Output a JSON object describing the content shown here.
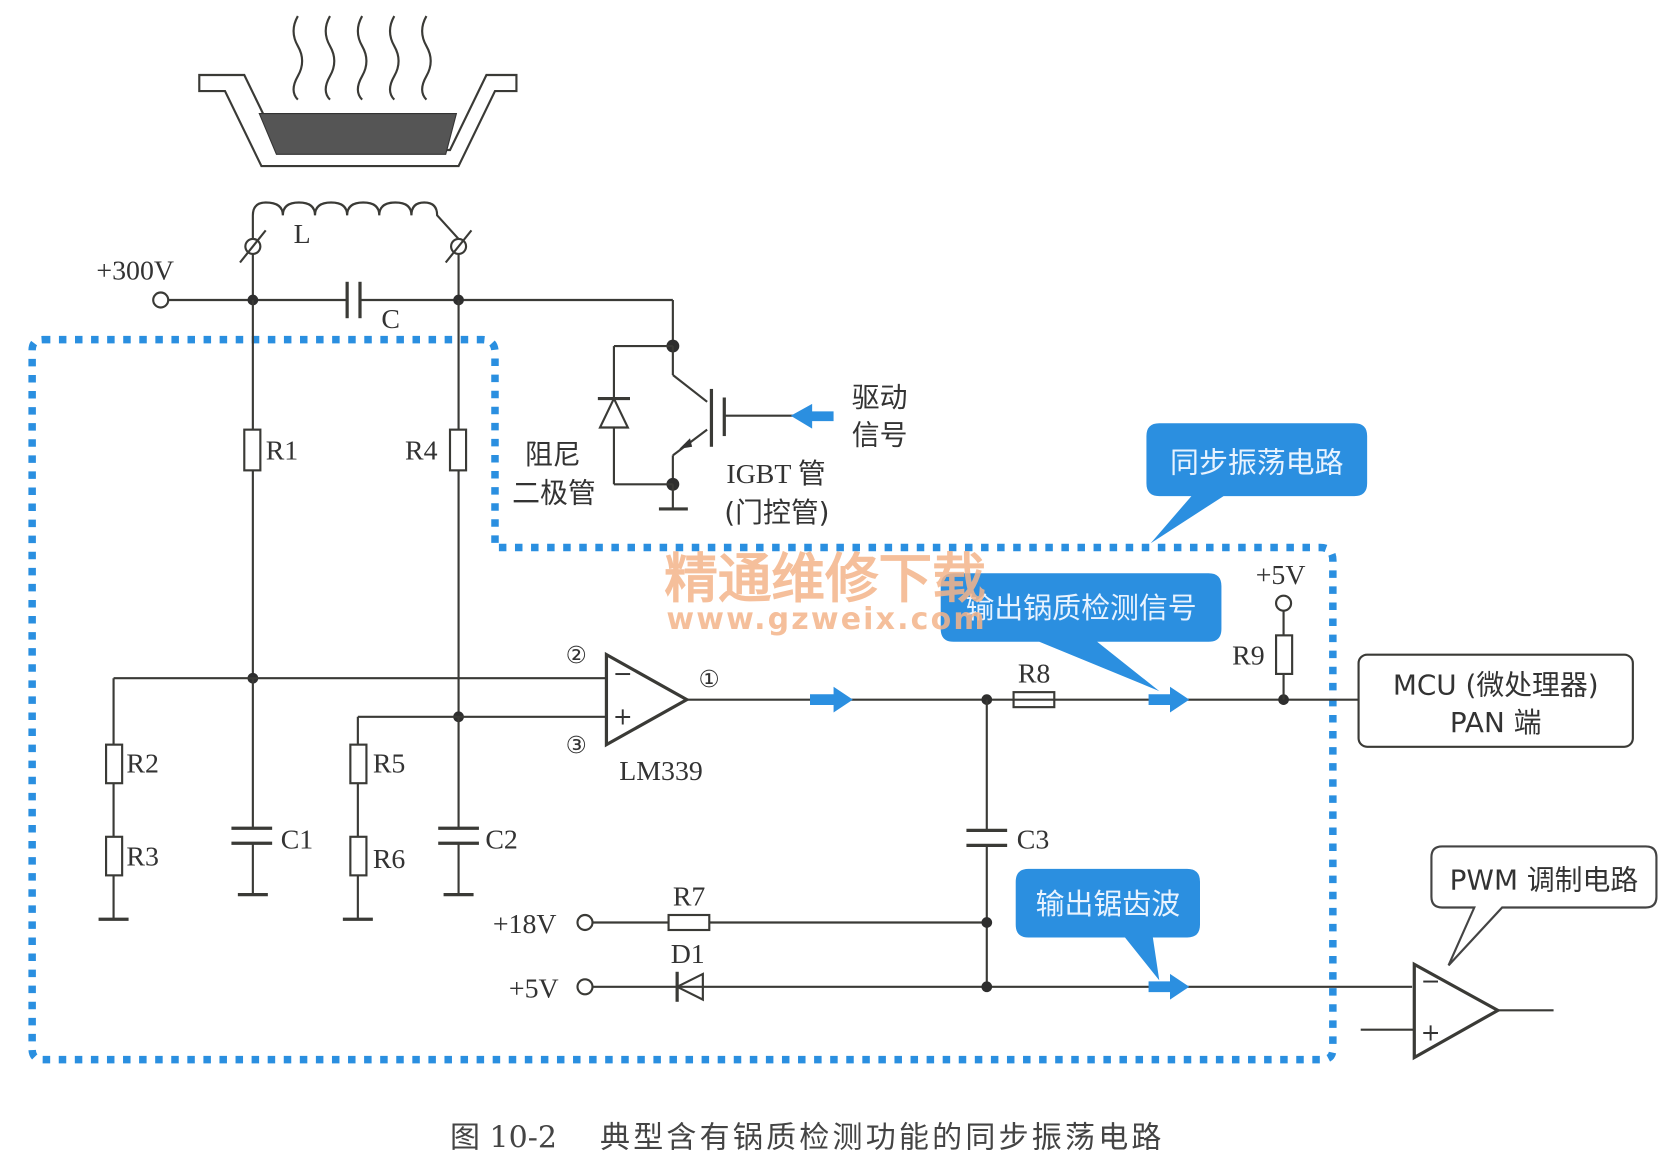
{
  "figure": {
    "caption_number": "图 10-2",
    "caption_title": "典型含有锅质检测功能的同步振荡电路"
  },
  "watermark": {
    "line1": "精通维修下载",
    "line2": "www.gzweix.com"
  },
  "power": {
    "v300": "+300V",
    "v18": "+18V",
    "v5_d1": "+5V",
    "v5_r9": "+5V"
  },
  "components": {
    "L": "L",
    "C": "C",
    "R1": "R1",
    "R2": "R2",
    "R3": "R3",
    "R4": "R4",
    "R5": "R5",
    "R6": "R6",
    "R7": "R7",
    "R8": "R8",
    "R9": "R9",
    "C1": "C1",
    "C2": "C2",
    "C3": "C3",
    "D1": "D1",
    "comparator": "LM339",
    "pin_minus": "②",
    "pin_plus": "③",
    "pin_out": "①",
    "sign_minus": "−",
    "sign_plus": "+"
  },
  "labels": {
    "damper_diode_1": "阻尼",
    "damper_diode_2": "二极管",
    "igbt_1": "IGBT 管",
    "igbt_2": "(门控管)",
    "drive_1": "驱动",
    "drive_2": "信号",
    "mcu_1": "MCU (微处理器)",
    "mcu_2": "PAN 端"
  },
  "callouts": {
    "sync_osc": "同步振荡电路",
    "pan_signal": "输出锅质检测信号",
    "sawtooth": "输出锯齿波",
    "pwm": "PWM 调制电路"
  },
  "colors": {
    "accent_blue": "#2b8fe0",
    "wire": "#3a3a36",
    "watermark": "#f4b48a"
  }
}
